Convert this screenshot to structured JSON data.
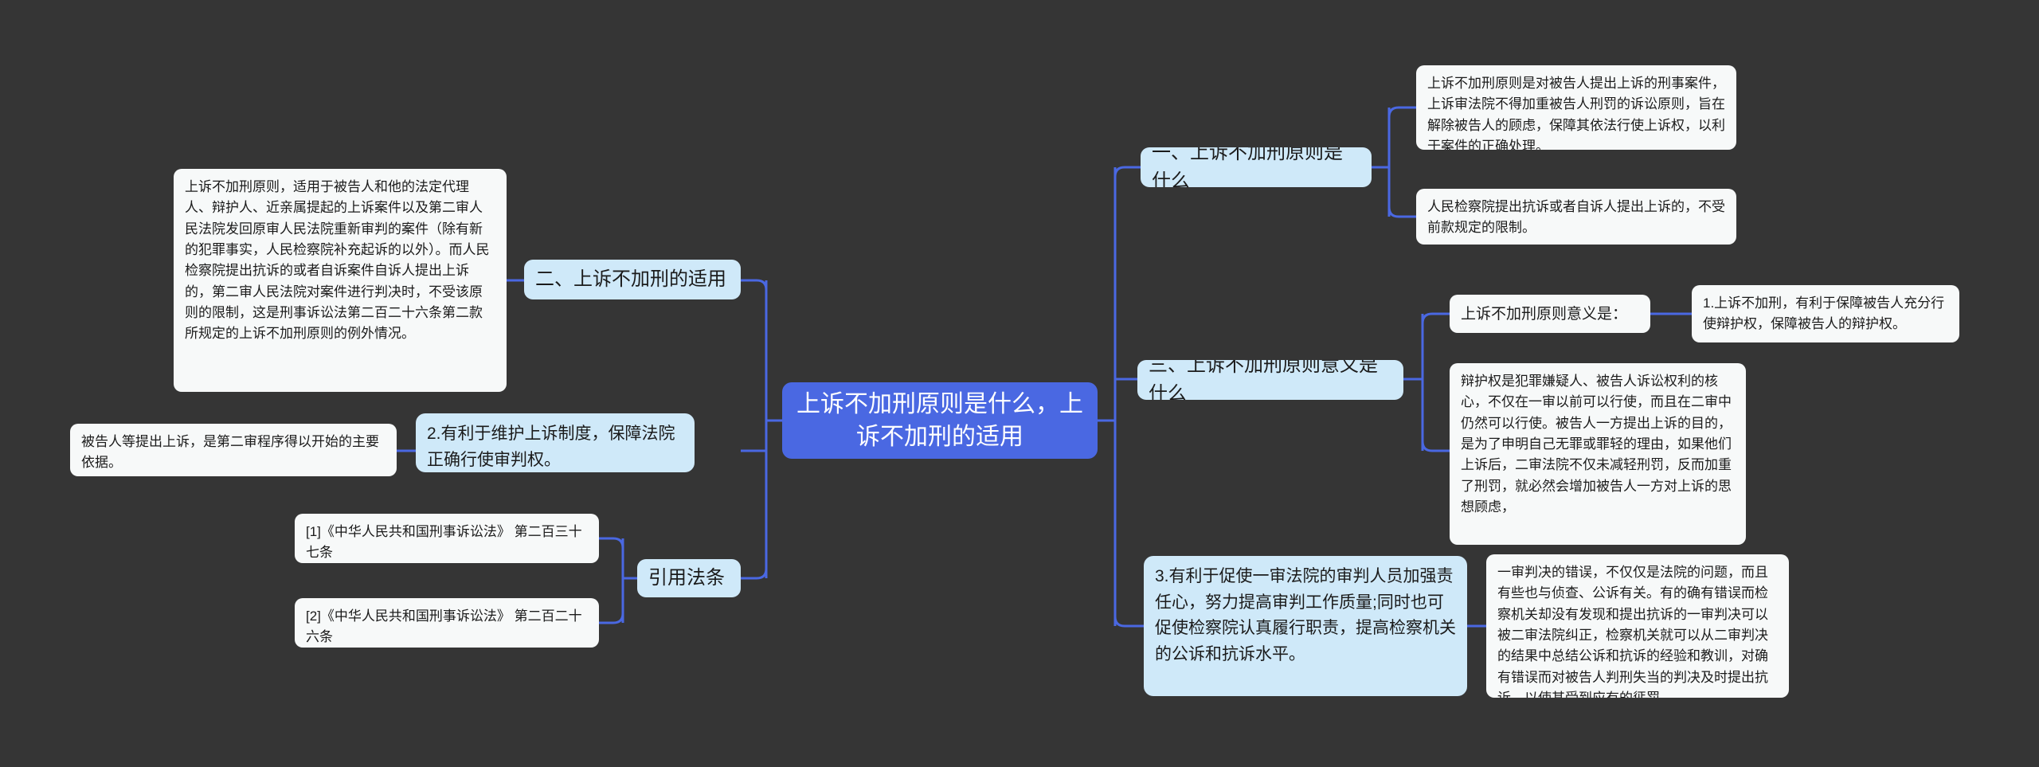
{
  "theme": {
    "background": "#353535",
    "root_fill": "#4a68e2",
    "root_text": "#ffffff",
    "branch_fill": "#cfe9f9",
    "leaf_fill": "#f7f9f9",
    "text_color": "#1b1b1b",
    "connector_color": "#4a68e2"
  },
  "mindmap": {
    "root": {
      "label": "上诉不加刑原则是什么，上诉不加刑的适用"
    },
    "right_branches": [
      {
        "label": "一、上诉不加刑原则是什么",
        "children": [
          {
            "label": "上诉不加刑原则是对被告人提出上诉的刑事案件，上诉审法院不得加重被告人刑罚的诉讼原则，旨在解除被告人的顾虑，保障其依法行使上诉权，以利于案件的正确处理。"
          },
          {
            "label": "人民检察院提出抗诉或者自诉人提出上诉的，不受前款规定的限制。"
          }
        ]
      },
      {
        "label": "三、上诉不加刑原则意义是什么",
        "children": [
          {
            "label": "上诉不加刑原则意义是：",
            "children": [
              {
                "label": "1.上诉不加刑，有利于保障被告人充分行使辩护权，保障被告人的辩护权。"
              }
            ]
          },
          {
            "label": "辩护权是犯罪嫌疑人、被告人诉讼权利的核心，不仅在一审以前可以行使，而且在二审中仍然可以行使。被告人一方提出上诉的目的，是为了申明自己无罪或罪轻的理由，如果他们上诉后，二审法院不仅未减轻刑罚，反而加重了刑罚，就必然会增加被告人一方对上诉的思想顾虑，"
          }
        ]
      },
      {
        "label": "3.有利于促使一审法院的审判人员加强责任心，努力提高审判工作质量;同时也可促使检察院认真履行职责，提高检察机关的公诉和抗诉水平。",
        "children": [
          {
            "label": "一审判决的错误，不仅仅是法院的问题，而且有些也与侦查、公诉有关。有的确有错误而检察机关却没有发现和提出抗诉的一审判决可以被二审法院纠正，检察机关就可以从二审判决的结果中总结公诉和抗诉的经验和教训，对确有错误而对被告人判刑失当的判决及时提出抗诉，以使其受到应有的惩罚。"
          }
        ]
      }
    ],
    "left_branches": [
      {
        "label": "二、上诉不加刑的适用",
        "children": [
          {
            "label": "上诉不加刑原则，适用于被告人和他的法定代理人、辩护人、近亲属提起的上诉案件以及第二审人民法院发回原审人民法院重新审判的案件（除有新的犯罪事实，人民检察院补充起诉的以外）。而人民检察院提出抗诉的或者自诉案件自诉人提出上诉的，第二审人民法院对案件进行判决时，不受该原则的限制，这是刑事诉讼法第二百二十六条第二款所规定的上诉不加刑原则的例外情况。"
          }
        ]
      },
      {
        "label": "2.有利于维护上诉制度，保障法院正确行使审判权。",
        "children": [
          {
            "label": "被告人等提出上诉，是第二审程序得以开始的主要依据。"
          }
        ]
      },
      {
        "label": "引用法条",
        "children": [
          {
            "label": "[1]《中华人民共和国刑事诉讼法》 第二百三十七条"
          },
          {
            "label": "[2]《中华人民共和国刑事诉讼法》 第二百二十六条"
          }
        ]
      }
    ]
  }
}
